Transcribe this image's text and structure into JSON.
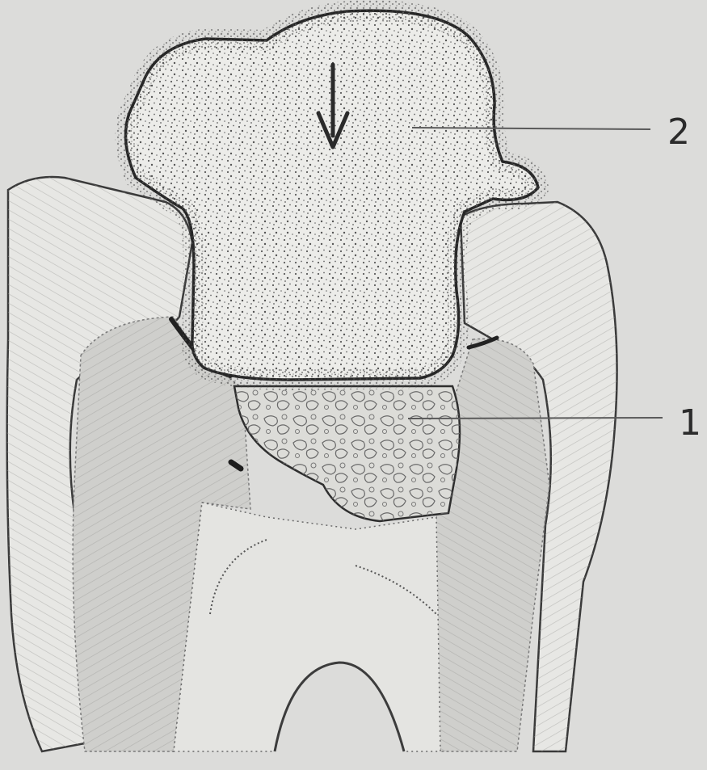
{
  "diagram": {
    "callouts": [
      {
        "id": "1",
        "label": "1"
      },
      {
        "id": "2",
        "label": "2"
      }
    ],
    "arrow": {
      "direction": "down"
    },
    "colors": {
      "background": "#dcdcda",
      "outline": "#2e2e2e",
      "stipple": "#5a5a5a",
      "hatch": "#9a9a9a",
      "light_fill": "#e6e6e3",
      "shaded_fill": "#cfcfcc"
    }
  }
}
